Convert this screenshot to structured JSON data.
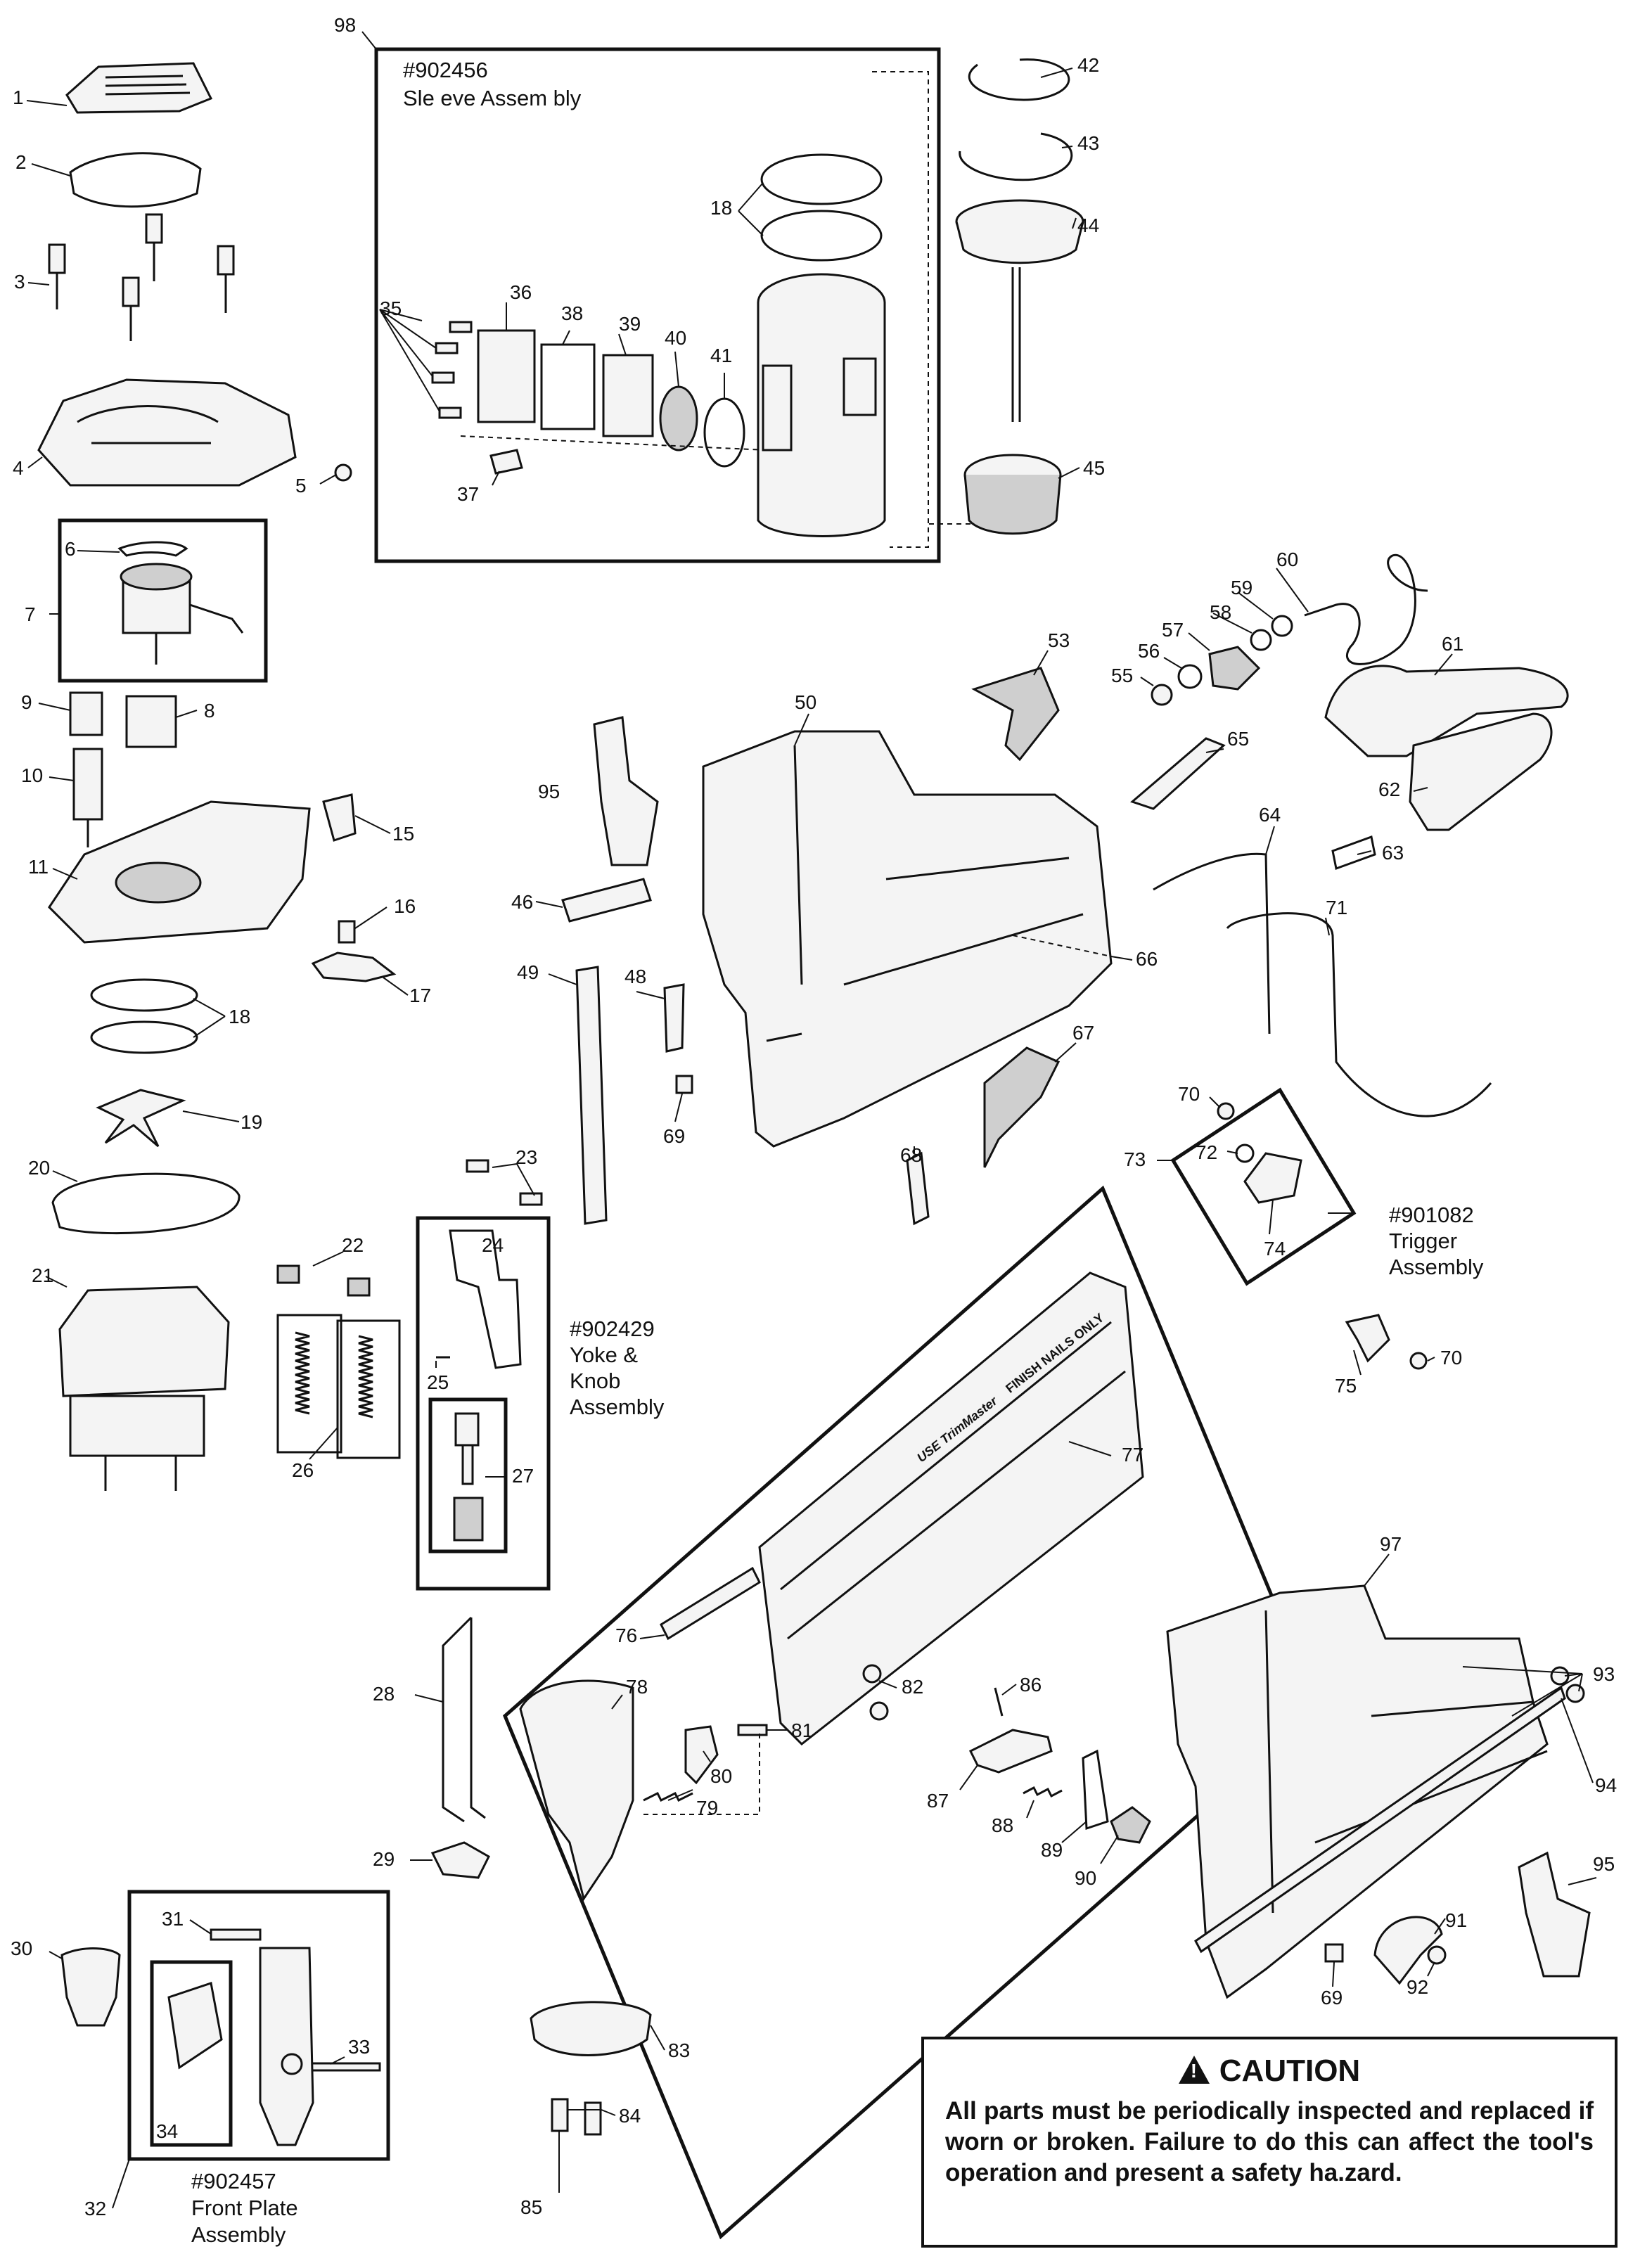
{
  "callouts": [
    {
      "id": "c1",
      "text": "1"
    },
    {
      "id": "c2",
      "text": "2"
    },
    {
      "id": "c3",
      "text": "3"
    },
    {
      "id": "c4",
      "text": "4"
    },
    {
      "id": "c5",
      "text": "5"
    },
    {
      "id": "c6",
      "text": "6"
    },
    {
      "id": "c7",
      "text": "7"
    },
    {
      "id": "c8",
      "text": "8"
    },
    {
      "id": "c9",
      "text": "9"
    },
    {
      "id": "c10",
      "text": "10"
    },
    {
      "id": "c11",
      "text": "11"
    },
    {
      "id": "c15",
      "text": "15"
    },
    {
      "id": "c16",
      "text": "16"
    },
    {
      "id": "c17",
      "text": "17"
    },
    {
      "id": "c18a",
      "text": "18"
    },
    {
      "id": "c18b",
      "text": "18"
    },
    {
      "id": "c19",
      "text": "19"
    },
    {
      "id": "c20",
      "text": "20"
    },
    {
      "id": "c21",
      "text": "21"
    },
    {
      "id": "c22",
      "text": "22"
    },
    {
      "id": "c23",
      "text": "23"
    },
    {
      "id": "c24",
      "text": "24"
    },
    {
      "id": "c25",
      "text": "25"
    },
    {
      "id": "c26",
      "text": "26"
    },
    {
      "id": "c27",
      "text": "27"
    },
    {
      "id": "c28",
      "text": "28"
    },
    {
      "id": "c29",
      "text": "29"
    },
    {
      "id": "c30",
      "text": "30"
    },
    {
      "id": "c31",
      "text": "31"
    },
    {
      "id": "c32",
      "text": "32"
    },
    {
      "id": "c33",
      "text": "33"
    },
    {
      "id": "c34",
      "text": "34"
    },
    {
      "id": "c35",
      "text": "35"
    },
    {
      "id": "c36",
      "text": "36"
    },
    {
      "id": "c37",
      "text": "37"
    },
    {
      "id": "c38",
      "text": "38"
    },
    {
      "id": "c39",
      "text": "39"
    },
    {
      "id": "c40",
      "text": "40"
    },
    {
      "id": "c41",
      "text": "41"
    },
    {
      "id": "c42",
      "text": "42"
    },
    {
      "id": "c43",
      "text": "43"
    },
    {
      "id": "c44",
      "text": "44"
    },
    {
      "id": "c45",
      "text": "45"
    },
    {
      "id": "c46",
      "text": "46"
    },
    {
      "id": "c48",
      "text": "48"
    },
    {
      "id": "c49",
      "text": "49"
    },
    {
      "id": "c50",
      "text": "50"
    },
    {
      "id": "c53",
      "text": "53"
    },
    {
      "id": "c55",
      "text": "55"
    },
    {
      "id": "c56",
      "text": "56"
    },
    {
      "id": "c57",
      "text": "57"
    },
    {
      "id": "c58",
      "text": "58"
    },
    {
      "id": "c59",
      "text": "59"
    },
    {
      "id": "c60",
      "text": "60"
    },
    {
      "id": "c61",
      "text": "61"
    },
    {
      "id": "c62",
      "text": "62"
    },
    {
      "id": "c63",
      "text": "63"
    },
    {
      "id": "c64",
      "text": "64"
    },
    {
      "id": "c65",
      "text": "65"
    },
    {
      "id": "c66",
      "text": "66"
    },
    {
      "id": "c67",
      "text": "67"
    },
    {
      "id": "c68",
      "text": "68"
    },
    {
      "id": "c69a",
      "text": "69"
    },
    {
      "id": "c69b",
      "text": "69"
    },
    {
      "id": "c70a",
      "text": "70"
    },
    {
      "id": "c70b",
      "text": "70"
    },
    {
      "id": "c71",
      "text": "71"
    },
    {
      "id": "c72",
      "text": "72"
    },
    {
      "id": "c73",
      "text": "73"
    },
    {
      "id": "c74",
      "text": "74"
    },
    {
      "id": "c75",
      "text": "75"
    },
    {
      "id": "c76",
      "text": "76"
    },
    {
      "id": "c77",
      "text": "77"
    },
    {
      "id": "c78",
      "text": "78"
    },
    {
      "id": "c79",
      "text": "79"
    },
    {
      "id": "c80",
      "text": "80"
    },
    {
      "id": "c81",
      "text": "81"
    },
    {
      "id": "c82",
      "text": "82"
    },
    {
      "id": "c83",
      "text": "83"
    },
    {
      "id": "c84",
      "text": "84"
    },
    {
      "id": "c85",
      "text": "85"
    },
    {
      "id": "c86",
      "text": "86"
    },
    {
      "id": "c87",
      "text": "87"
    },
    {
      "id": "c88",
      "text": "88"
    },
    {
      "id": "c89",
      "text": "89"
    },
    {
      "id": "c90",
      "text": "90"
    },
    {
      "id": "c91",
      "text": "91"
    },
    {
      "id": "c92",
      "text": "92"
    },
    {
      "id": "c93",
      "text": "93"
    },
    {
      "id": "c94",
      "text": "94"
    },
    {
      "id": "c95a",
      "text": "95"
    },
    {
      "id": "c95b",
      "text": "95"
    },
    {
      "id": "c97",
      "text": "97"
    },
    {
      "id": "c98",
      "text": "98"
    }
  ],
  "assemblies": {
    "sleeve": {
      "line1": "#902456",
      "line2": "Sle eve  Assem  bly"
    },
    "trigger": {
      "line1": "#901082",
      "line2": "Trigger",
      "line3": "Assembly"
    },
    "yoke": {
      "line1": "#902429",
      "line2": "Yoke &",
      "line3": "Knob",
      "line4": "Assembly"
    },
    "front_plate": {
      "line1": "#902457",
      "line2": "Front  Plate",
      "line3": "Assembly"
    }
  },
  "magazine_print": {
    "brand": "USE TrimMaster",
    "type": "FINISH NAILS ONLY"
  },
  "caution": {
    "heading": "CAUTION",
    "body": "All parts must be periodically inspected and replaced if worn or broken. Failure to do this can affect the tool's operation and present a safety ha.zard."
  },
  "colors": {
    "line": "#111111",
    "part_fill": "#f4f4f4",
    "part_shade": "#cfcfcf",
    "background": "#ffffff"
  }
}
